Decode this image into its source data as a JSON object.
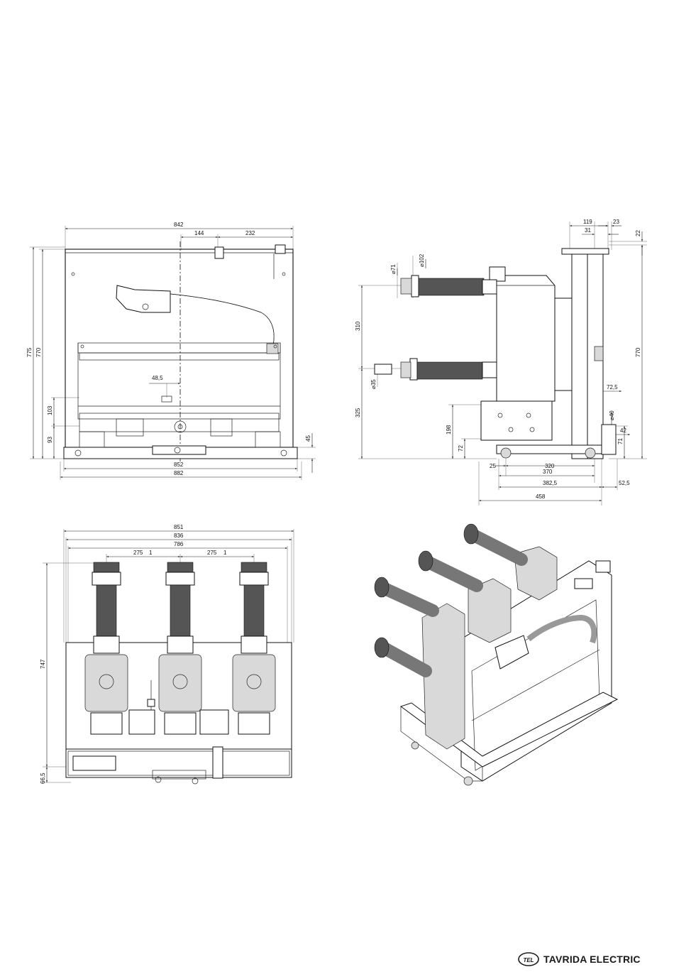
{
  "views": {
    "front": {
      "dims": {
        "top_width": "842",
        "offset_a": "144",
        "offset_b": "232",
        "height_775": "775",
        "height_770": "770",
        "small_48": "48,5",
        "left_103": "103",
        "left_93": "93",
        "right_45": "45",
        "bottom_852": "852",
        "bottom_882": "882"
      }
    },
    "side": {
      "dims": {
        "top_119": "119",
        "top_23": "23",
        "top_31": "31",
        "right_22": "22",
        "dia_71": "⌀71",
        "dia_102": "⌀102",
        "left_310": "310",
        "dia_35": "⌀35",
        "left_325": "325",
        "left_198": "198",
        "left_72": "72",
        "right_770": "770",
        "val_72_5": "72,5",
        "dia_40": "⌀40",
        "right_71": "71",
        "right_42": "42",
        "bot_25": "25",
        "bot_320": "320",
        "bot_370": "370",
        "bot_382_5": "382,5",
        "bot_52_5": "52,5",
        "bot_458": "458"
      }
    },
    "top": {
      "dims": {
        "w_851": "851",
        "w_836": "836",
        "w_786": "786",
        "pitch_1": "275",
        "tol_1": "1",
        "pitch_2": "275",
        "tol_2": "1",
        "h_747": "747",
        "h_66_5": "66,5"
      }
    }
  },
  "brand": {
    "logo_text": "TEL",
    "name": "TAVRIDA ELECTRIC"
  }
}
